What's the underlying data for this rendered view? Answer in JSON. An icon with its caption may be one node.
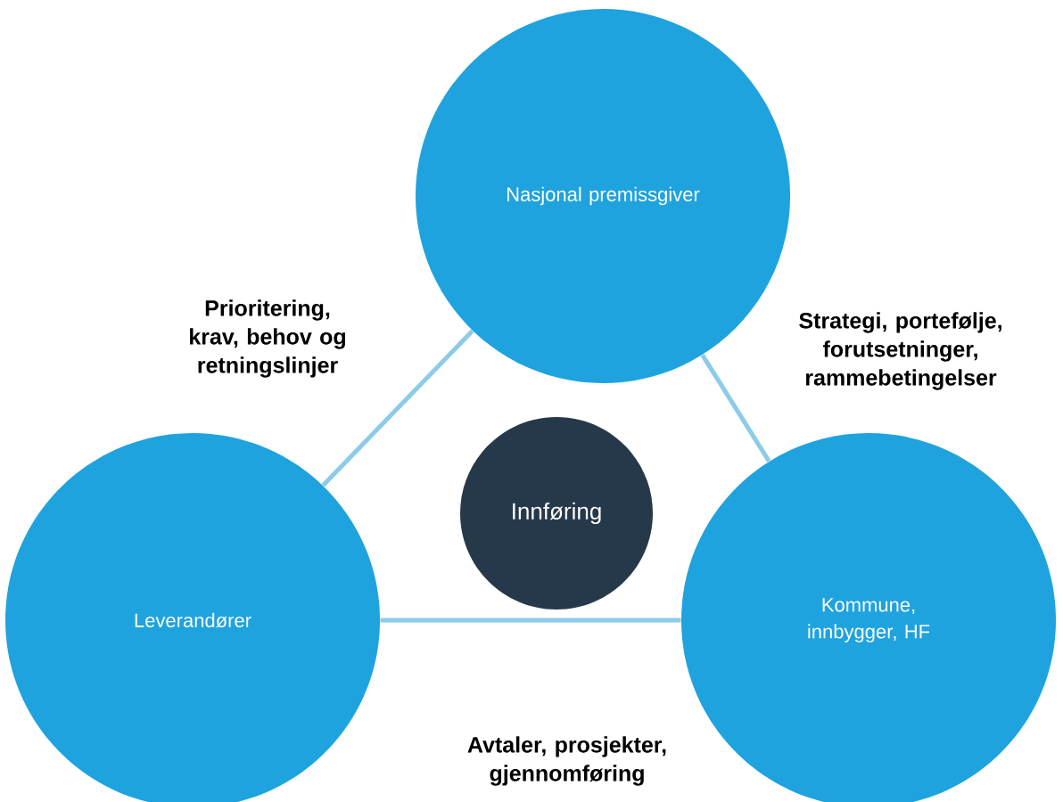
{
  "diagram": {
    "nodes": [
      {
        "text": [
          "Nasjonal premissgiver"
        ]
      },
      {
        "text": [
          "Leverandører"
        ]
      },
      {
        "text": [
          "Innføring"
        ]
      },
      {
        "text": [
          "Kommune, innbygger, HF"
        ]
      }
    ],
    "edges": [
      {
        "from": 0,
        "to": 1,
        "arrow": "none"
      },
      {
        "from": 0,
        "to": 3,
        "arrow": "none"
      },
      {
        "from": 1,
        "to": 3,
        "arrow": "none"
      }
    ],
    "labels": [
      "Prioritering, krav, behov og retningslinjer",
      "Strategi, portefølje, forutsetninger, rammebetingelser",
      "Avtaler, prosjekter, gjennomføring"
    ]
  }
}
